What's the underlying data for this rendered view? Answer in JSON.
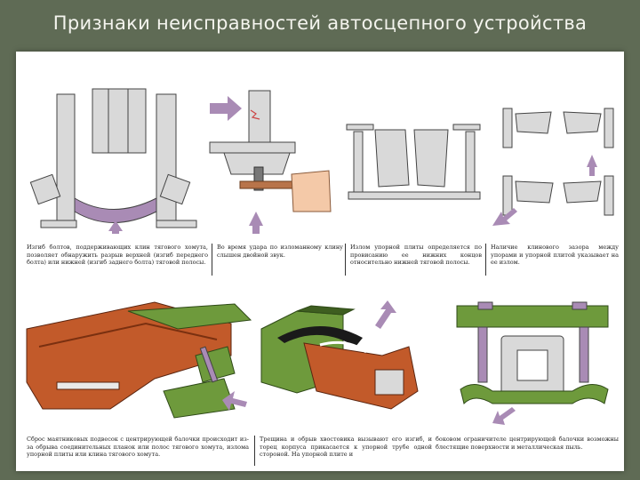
{
  "slide": {
    "title": "Признаки  неисправностей  автосцепного устройства"
  },
  "captions": [
    "Изгиб болтов, поддерживающих клин тягового хомута, позволяет обнаружить разрыв верхней (изгиб переднего болта) или нижней (изгиб заднего болта) тяговой полосы.",
    "Во время удара по изломанному клину слышен двойной звук.",
    "Излом упорной плиты определяется по провисанию ее нижних концов относительно нижней тяговой полосы.",
    "Наличие клинового зазора между упорами и упорной плитой указывает на ее излом.",
    "Сброс маятниковых подвесок с центрирующей балочки происходит из-за обрыва соединительных планок или полос тягового хомута, излома упорной плиты или клина тягового хомута.",
    "Трещина и обрыв хвостовика вызывают его изгиб, и торец корпуса прикасается к упорной трубе одной стороной. На упорной плите и",
    "боковом ограничителе центрирующей балочки возможны блестящие поверхности и металлическая пыль."
  ],
  "colors": {
    "frame": "#5f6b55",
    "metal": "#d9d9d9",
    "violet": "#a98bb5",
    "coupler": "#c25a2a",
    "green": "#6e9a3c"
  }
}
